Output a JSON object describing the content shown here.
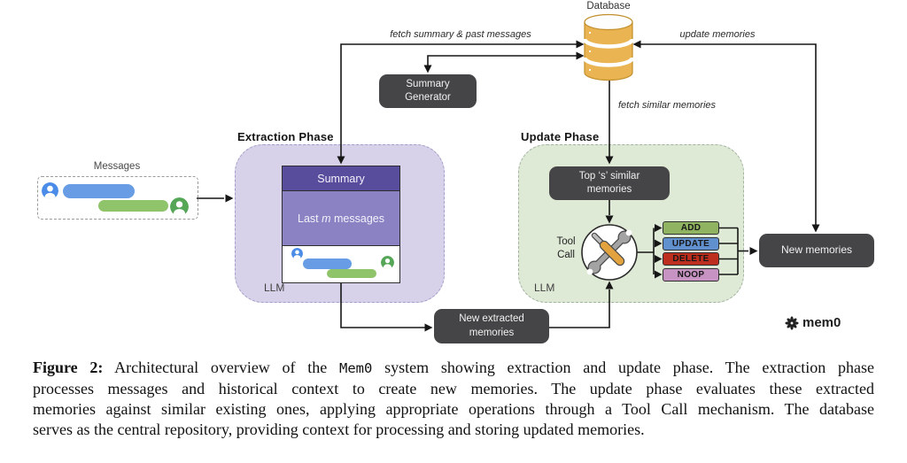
{
  "figure": {
    "database": {
      "label": "Database"
    },
    "flows": {
      "fetch_summary": "fetch summary & past messages",
      "update_memories": "update memories",
      "fetch_similar": "fetch similar memories"
    },
    "messages_group": {
      "label": "Messages"
    },
    "summary_generator": {
      "label": "Summary Generator"
    },
    "extraction_phase": {
      "title": "Extraction Phase",
      "llm_label": "LLM",
      "context_card": {
        "summary": "Summary",
        "last_messages_pre": "Last ",
        "last_messages_var": "m",
        "last_messages_post": " messages"
      }
    },
    "update_phase": {
      "title": "Update Phase",
      "llm_label": "LLM",
      "top_similar": {
        "line1": "Top ‘s’ similar",
        "line2": "memories"
      },
      "tool_call": {
        "line1": "Tool",
        "line2": "Call"
      },
      "operations": [
        {
          "label": "ADD",
          "color": "#90b362"
        },
        {
          "label": "UPDATE",
          "color": "#6090cd"
        },
        {
          "label": "DELETE",
          "color": "#bd2e1e"
        },
        {
          "label": "NOOP",
          "color": "#c793c2"
        }
      ]
    },
    "new_extracted_memories": {
      "label": "New extracted memories"
    },
    "new_memories": {
      "label": "New memories"
    },
    "logo": {
      "text": "mem0"
    },
    "colors": {
      "dark_box": "#454547",
      "extraction_bg": "#d7d2e9",
      "update_bg": "#dee9d6",
      "summary_header": "#584c9d",
      "last_messages_bg": "#8a82c3",
      "database_gold": "#e9b451",
      "user_blue": "#4a8ce8",
      "assistant_green": "#56a657"
    }
  },
  "caption": {
    "figure_label": "Figure 2:",
    "line1_a": " Architectural overview of the ",
    "line1_code": "Mem0",
    "line1_b": " system showing extraction and update phase. The extraction phase",
    "line2": "processes messages and historical context to create new memories. The update phase evaluates these extracted",
    "line3": "memories against similar existing ones, applying appropriate operations through a Tool Call mechanism. The database",
    "line4": "serves as the central repository, providing context for processing and storing updated memories."
  }
}
